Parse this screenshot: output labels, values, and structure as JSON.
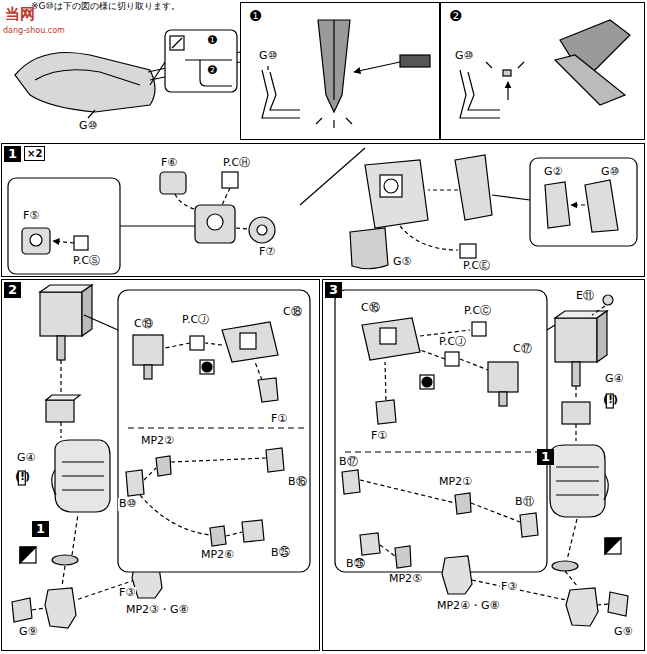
{
  "diagram": {
    "nodes": [
      {
        "text": [
          "❶"
        ]
      },
      {
        "text": [
          "❷"
        ]
      },
      {
        "text": [
          "1",
          "×2"
        ]
      },
      {
        "text": [
          "2"
        ]
      },
      {
        "text": [
          "1"
        ],
        "in": 3
      },
      {
        "text": [
          "3"
        ]
      },
      {
        "text": [
          "1"
        ],
        "in": 5
      }
    ],
    "labels": [
      "※G⑩は下の図の様に切り取ります。",
      "当网",
      "dang-shou.com",
      "G⑩",
      "❶",
      "❷",
      "G⑩",
      "G⑩",
      "F⑥",
      "P.CⒽ",
      "F⑤",
      "P.CⓈ",
      "F⑦",
      "G②",
      "G⑩",
      "G⑤",
      "P.CⒺ",
      "C⑲",
      "P.CⒿ",
      "C⑱",
      "F①",
      "G④",
      "(!)",
      "MP2②",
      "B⑩",
      "B⑯",
      "MP2⑥",
      "B㉕",
      "F③",
      "MP2③・G⑧",
      "G⑨",
      "C⑯",
      "P.CⒸ",
      "P.CⒿ",
      "C⑰",
      "F①",
      "E⑪",
      "G④",
      "(!)",
      "B⑰",
      "MP2①",
      "B⑪",
      "B㉖",
      "MP2⑤",
      "F③",
      "MP2④・G⑧",
      "G⑨"
    ]
  }
}
